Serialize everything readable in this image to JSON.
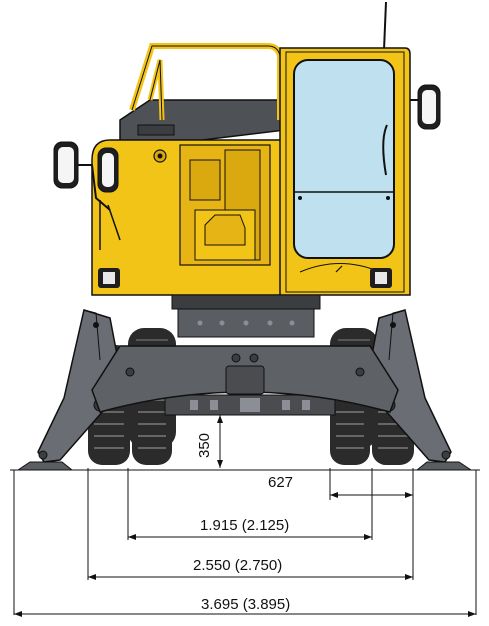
{
  "colors": {
    "body_yellow": "#f3c418",
    "body_yellow_dark": "#d9a90f",
    "steel_gray": "#5a5d62",
    "steel_dark": "#3b3d41",
    "steel_light": "#8b8f95",
    "tire_black": "#2b2b2b",
    "glass_blue": "#bfe0ef",
    "line_black": "#111111"
  },
  "dimensions": {
    "track_offset": "627",
    "outer_wheel_width": "1.915 (2.125)",
    "body_width": "2.550 (2.750)",
    "outrigger_span": "3.695 (3.895)",
    "ground_clearance": "350"
  }
}
